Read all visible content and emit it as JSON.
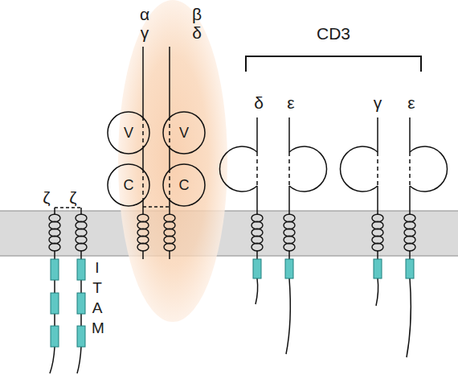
{
  "diagram": {
    "nodes": [
      {
        "text": [
          "α γ",
          "β δ"
        ]
      },
      {
        "text": [
          "V"
        ],
        "in": 0
      },
      {
        "text": [
          "V"
        ],
        "in": 0
      },
      {
        "text": [
          "C"
        ],
        "in": 0
      },
      {
        "text": [
          "C"
        ],
        "in": 0
      }
    ],
    "labels": [
      "CD3",
      "δ",
      "ε",
      "γ",
      "ε",
      "ζ",
      "ζ",
      "I T A M"
    ]
  }
}
